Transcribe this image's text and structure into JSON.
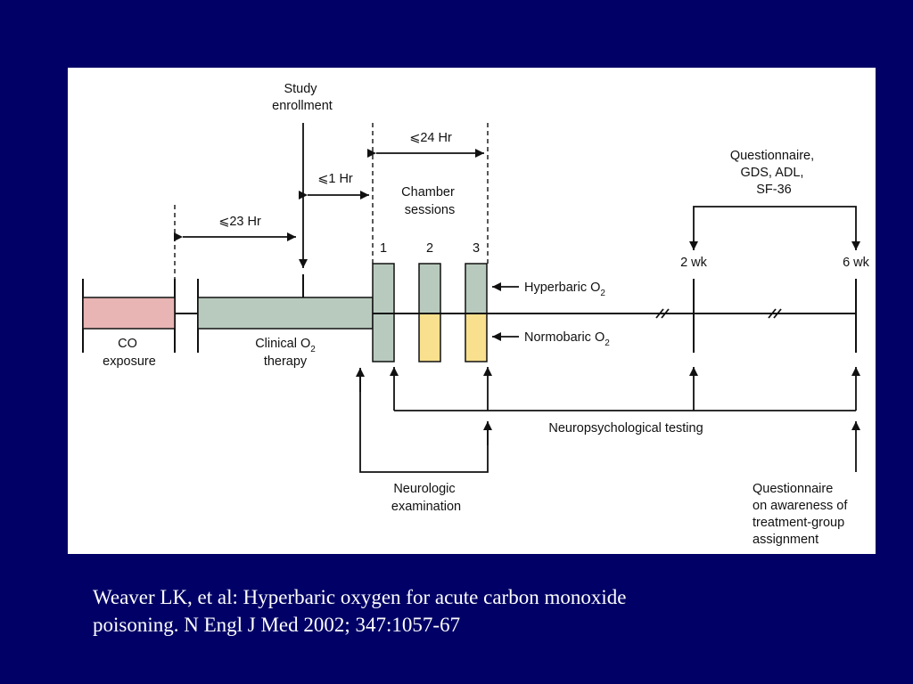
{
  "labels": {
    "study_enrollment": [
      "Study",
      "enrollment"
    ],
    "le_24_hr": "⩽24 Hr",
    "le_1_hr": "⩽1 Hr",
    "le_23_hr": "⩽23 Hr",
    "chamber_sessions": [
      "Chamber",
      "sessions"
    ],
    "session_numbers": [
      "1",
      "2",
      "3"
    ],
    "questionnaire_top": [
      "Questionnaire,",
      "GDS, ADL,",
      "SF-36"
    ],
    "week_2": "2 wk",
    "week_6": "6 wk",
    "hyperbaric": {
      "text": "Hyperbaric O",
      "sub": "2"
    },
    "normobaric": {
      "text": "Normobaric O",
      "sub": "2"
    },
    "co_exposure": [
      "CO",
      "exposure"
    ],
    "clinical_o2": {
      "line1": "Clinical O",
      "sub": "2",
      "line2": "therapy"
    },
    "neuropsych_testing": "Neuropsychological testing",
    "neurologic_exam": [
      "Neurologic",
      "examination"
    ],
    "questionnaire_bottom": [
      "Questionnaire",
      "on awareness of",
      "treatment-group",
      "assignment"
    ]
  },
  "colors": {
    "background": "#000066",
    "panel": "#ffffff",
    "co_exposure_bar": "#e8b4b4",
    "therapy_bar": "#b8cabd",
    "normobaric_bar": "#f8e08e",
    "line": "#111111"
  },
  "citation": {
    "line1": "Weaver LK, et al: Hyperbaric oxygen for acute carbon monoxide",
    "line2": "poisoning. N Engl J Med 2002; 347:1057-67"
  }
}
